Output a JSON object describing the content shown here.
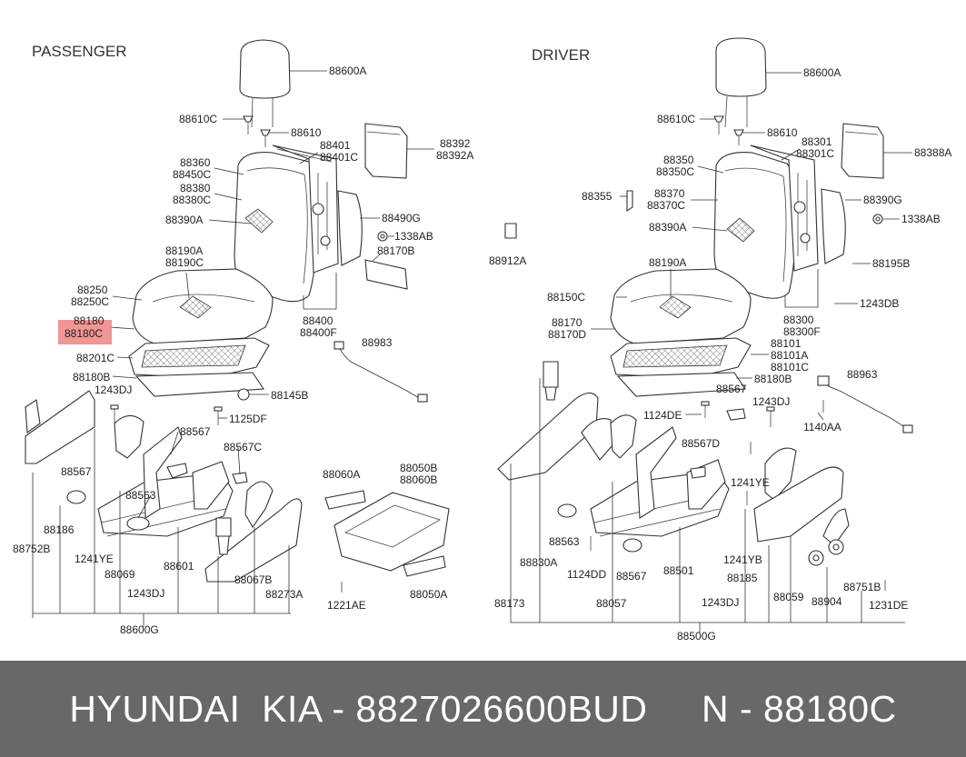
{
  "sections": {
    "passenger": "PASSENGER",
    "driver": "DRIVER"
  },
  "highlight_color": "#f08a8a",
  "passenger_labels": [
    {
      "id": "p-88600a",
      "text": "88600A"
    },
    {
      "id": "p-88610c",
      "text": "88610C"
    },
    {
      "id": "p-88610",
      "text": "88610"
    },
    {
      "id": "p-88401",
      "text": "88401"
    },
    {
      "id": "p-88401c",
      "text": "88401C"
    },
    {
      "id": "p-88392",
      "text": "88392"
    },
    {
      "id": "p-88392a",
      "text": "88392A"
    },
    {
      "id": "p-88360",
      "text": "88360"
    },
    {
      "id": "p-88450c",
      "text": "88450C"
    },
    {
      "id": "p-88380",
      "text": "88380"
    },
    {
      "id": "p-88380c",
      "text": "88380C"
    },
    {
      "id": "p-88390a",
      "text": "88390A"
    },
    {
      "id": "p-88490g",
      "text": "88490G"
    },
    {
      "id": "p-1338ab",
      "text": "1338AB"
    },
    {
      "id": "p-88170b",
      "text": "88170B"
    },
    {
      "id": "p-88190a",
      "text": "88190A"
    },
    {
      "id": "p-88190c",
      "text": "88190C"
    },
    {
      "id": "p-88250",
      "text": "88250"
    },
    {
      "id": "p-88250c",
      "text": "88250C"
    },
    {
      "id": "p-88180",
      "text": "88180"
    },
    {
      "id": "p-88180c",
      "text": "88180C"
    },
    {
      "id": "p-88400",
      "text": "88400"
    },
    {
      "id": "p-88400f",
      "text": "88400F"
    },
    {
      "id": "p-88983",
      "text": "88983"
    },
    {
      "id": "p-88201c",
      "text": "88201C"
    },
    {
      "id": "p-88180b",
      "text": "88180B"
    },
    {
      "id": "p-1243dj-a",
      "text": "1243DJ"
    },
    {
      "id": "p-88145b",
      "text": "88145B"
    },
    {
      "id": "p-1125df",
      "text": "1125DF"
    },
    {
      "id": "p-88567-a",
      "text": "88567"
    },
    {
      "id": "p-88567c",
      "text": "88567C"
    },
    {
      "id": "p-88567-b",
      "text": "88567"
    },
    {
      "id": "p-88563",
      "text": "88563"
    },
    {
      "id": "p-88060a",
      "text": "88060A"
    },
    {
      "id": "p-88050b",
      "text": "88050B"
    },
    {
      "id": "p-88060b",
      "text": "88060B"
    },
    {
      "id": "p-88186",
      "text": "88186"
    },
    {
      "id": "p-88752b",
      "text": "88752B"
    },
    {
      "id": "p-1241ye",
      "text": "1241YE"
    },
    {
      "id": "p-88069",
      "text": "88069"
    },
    {
      "id": "p-88601",
      "text": "88601"
    },
    {
      "id": "p-88067b",
      "text": "88067B"
    },
    {
      "id": "p-88273a",
      "text": "88273A"
    },
    {
      "id": "p-1243dj-b",
      "text": "1243DJ"
    },
    {
      "id": "p-1221ae",
      "text": "1221AE"
    },
    {
      "id": "p-88050a",
      "text": "88050A"
    },
    {
      "id": "p-88600g",
      "text": "88600G"
    }
  ],
  "driver_labels": [
    {
      "id": "d-88600a",
      "text": "88600A"
    },
    {
      "id": "d-88610c",
      "text": "88610C"
    },
    {
      "id": "d-88610",
      "text": "88610"
    },
    {
      "id": "d-88301",
      "text": "88301"
    },
    {
      "id": "d-88301c",
      "text": "88301C"
    },
    {
      "id": "d-88388a",
      "text": "88388A"
    },
    {
      "id": "d-88350",
      "text": "88350"
    },
    {
      "id": "d-88350c",
      "text": "88350C"
    },
    {
      "id": "d-88355",
      "text": "88355"
    },
    {
      "id": "d-88370",
      "text": "88370"
    },
    {
      "id": "d-88370c",
      "text": "88370C"
    },
    {
      "id": "d-88390g",
      "text": "88390G"
    },
    {
      "id": "d-1338ab",
      "text": "1338AB"
    },
    {
      "id": "d-88912a",
      "text": "88912A"
    },
    {
      "id": "d-88390a",
      "text": "88390A"
    },
    {
      "id": "d-88195b",
      "text": "88195B"
    },
    {
      "id": "d-88190a",
      "text": "88190A"
    },
    {
      "id": "d-88150c",
      "text": "88150C"
    },
    {
      "id": "d-1243db",
      "text": "1243DB"
    },
    {
      "id": "d-88300",
      "text": "88300"
    },
    {
      "id": "d-88300f",
      "text": "88300F"
    },
    {
      "id": "d-88170",
      "text": "88170"
    },
    {
      "id": "d-88170d",
      "text": "88170D"
    },
    {
      "id": "d-88101",
      "text": "88101"
    },
    {
      "id": "d-88101a",
      "text": "88101A"
    },
    {
      "id": "d-88101c",
      "text": "88101C"
    },
    {
      "id": "d-88180b",
      "text": "88180B"
    },
    {
      "id": "d-88963",
      "text": "88963"
    },
    {
      "id": "d-88567-a",
      "text": "88567"
    },
    {
      "id": "d-1243dj-a",
      "text": "1243DJ"
    },
    {
      "id": "d-1124de",
      "text": "1124DE"
    },
    {
      "id": "d-1140aa",
      "text": "1140AA"
    },
    {
      "id": "d-88567d",
      "text": "88567D"
    },
    {
      "id": "d-1241ye",
      "text": "1241YE"
    },
    {
      "id": "d-88563",
      "text": "88563"
    },
    {
      "id": "d-88830a",
      "text": "88830A"
    },
    {
      "id": "d-1124dd",
      "text": "1124DD"
    },
    {
      "id": "d-88567-b",
      "text": "88567"
    },
    {
      "id": "d-88501",
      "text": "88501"
    },
    {
      "id": "d-1241yb",
      "text": "1241YB"
    },
    {
      "id": "d-88185",
      "text": "88185"
    },
    {
      "id": "d-88059",
      "text": "88059"
    },
    {
      "id": "d-88904",
      "text": "88904"
    },
    {
      "id": "d-88751b",
      "text": "88751B"
    },
    {
      "id": "d-1231de",
      "text": "1231DE"
    },
    {
      "id": "d-88173",
      "text": "88173"
    },
    {
      "id": "d-88057",
      "text": "88057"
    },
    {
      "id": "d-1243dj-b",
      "text": "1243DJ"
    },
    {
      "id": "d-88500g",
      "text": "88500G"
    }
  ],
  "footer": {
    "text": "HYUNDAI  KIA - 8827026600BUD     N - 88180C",
    "background": "#686868",
    "color": "#ffffff"
  }
}
